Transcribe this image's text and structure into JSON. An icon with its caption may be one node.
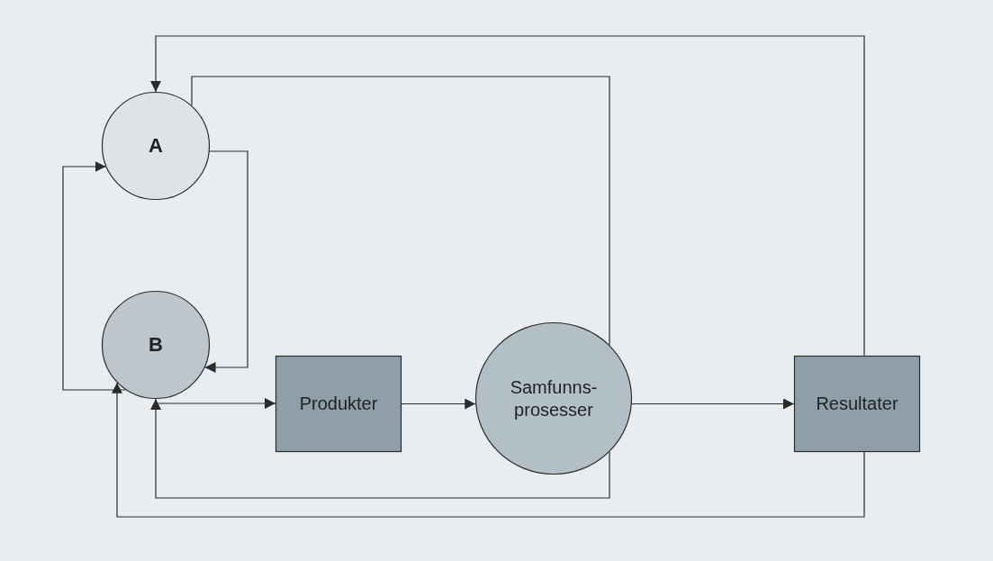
{
  "diagram": {
    "nodes": [
      {
        "text": [
          "A"
        ]
      },
      {
        "text": [
          "B"
        ]
      },
      {
        "text": [
          "Produkter"
        ]
      },
      {
        "text": [
          "Samfunns- prosesser"
        ]
      },
      {
        "text": [
          "Resultater"
        ]
      }
    ],
    "edges": [
      {
        "from": 1,
        "to": 0,
        "arrow": "to"
      },
      {
        "from": 0,
        "to": 1,
        "arrow": "to"
      },
      {
        "from": 1,
        "to": 2,
        "arrow": "to"
      },
      {
        "from": 2,
        "to": 3,
        "arrow": "to"
      },
      {
        "from": 3,
        "to": 4,
        "arrow": "to"
      },
      {
        "from": 3,
        "to": 0,
        "arrow": "none"
      },
      {
        "from": 4,
        "to": 0,
        "arrow": "to"
      },
      {
        "from": 3,
        "to": 1,
        "arrow": "to"
      },
      {
        "from": 4,
        "to": 1,
        "arrow": "to"
      }
    ]
  }
}
